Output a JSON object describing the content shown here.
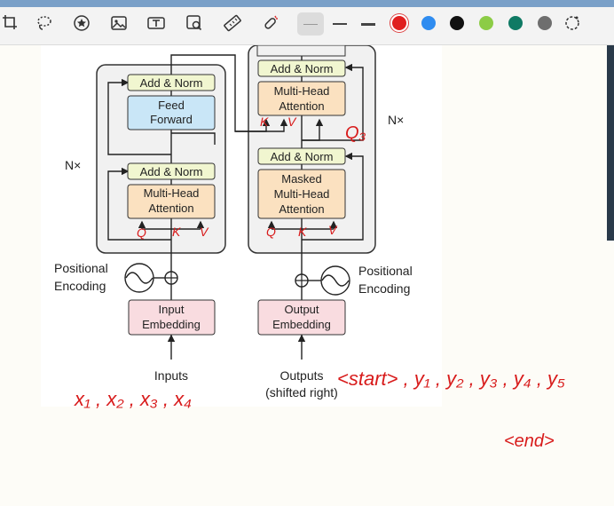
{
  "toolbar": {
    "tools": [
      {
        "icon": "crop-icon"
      },
      {
        "icon": "lasso-icon"
      },
      {
        "icon": "star-sticker-icon"
      },
      {
        "icon": "image-icon"
      },
      {
        "icon": "text-box-icon"
      },
      {
        "icon": "screenshot-icon"
      },
      {
        "icon": "ruler-icon"
      },
      {
        "icon": "laser-pointer-icon"
      }
    ],
    "pens": [
      {
        "icon": "pen-thin-icon",
        "selected": true
      },
      {
        "icon": "pen-medium-icon",
        "selected": false
      },
      {
        "icon": "pen-thick-icon",
        "selected": false
      }
    ],
    "colors": [
      "#e01e1e",
      "#2f8cf0",
      "#111111",
      "#8ccc46",
      "#0f7a64",
      "#6e6e6e"
    ],
    "selected_color": "#e01e1e",
    "more_colors_icon": "color-wheel-icon"
  },
  "diagram": {
    "encoder": {
      "add_norm_top": "Add & Norm",
      "feed_forward_line1": "Feed",
      "feed_forward_line2": "Forward",
      "add_norm_bottom": "Add & Norm",
      "mha_line1": "Multi-Head",
      "mha_line2": "Attention",
      "nx": "N×",
      "pos_enc_line1": "Positional",
      "pos_enc_line2": "Encoding",
      "embed_line1": "Input",
      "embed_line2": "Embedding",
      "inputs": "Inputs"
    },
    "decoder": {
      "add_norm_top": "Add & Norm",
      "mha_line1": "Multi-Head",
      "mha_line2": "Attention",
      "add_norm_bottom": "Add & Norm",
      "masked_line1": "Masked",
      "masked_line2": "Multi-Head",
      "masked_line3": "Attention",
      "nx": "N×",
      "pos_enc_line1": "Positional",
      "pos_enc_line2": "Encoding",
      "embed_line1": "Output",
      "embed_line2": "Embedding",
      "outputs_line1": "Outputs",
      "outputs_line2": "(shifted right)"
    }
  },
  "annotations": {
    "enc_q": "Q",
    "enc_k": "K",
    "enc_v": "V",
    "dec_q": "Q",
    "dec_k": "K",
    "dec_v": "V",
    "cross_k": "K",
    "cross_v": "V",
    "cross_q": "Q₃",
    "input_tokens": "x₁ , x₂ , x₃ , x₄",
    "output_tokens": "<start> , y₁ , y₂ , y₃ , y₄ , y₅",
    "end_token": "<end>"
  }
}
